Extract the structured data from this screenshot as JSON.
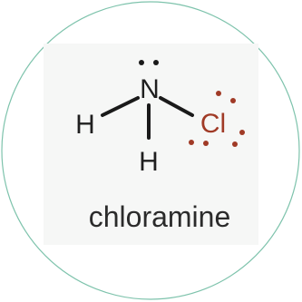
{
  "molecule": {
    "name": "chloramine",
    "atoms": {
      "nitrogen": "N",
      "hydrogen_left": "H",
      "hydrogen_bottom": "H",
      "chlorine": "Cl"
    }
  },
  "colors": {
    "background": "#ffffff",
    "panel": "#f6f7f6",
    "circle_border": "#7ec3ac",
    "bond": "#1a1a1a",
    "atom_text": "#1f1f1f",
    "chlorine": "#a03a26",
    "caption": "#2b2b2b"
  }
}
